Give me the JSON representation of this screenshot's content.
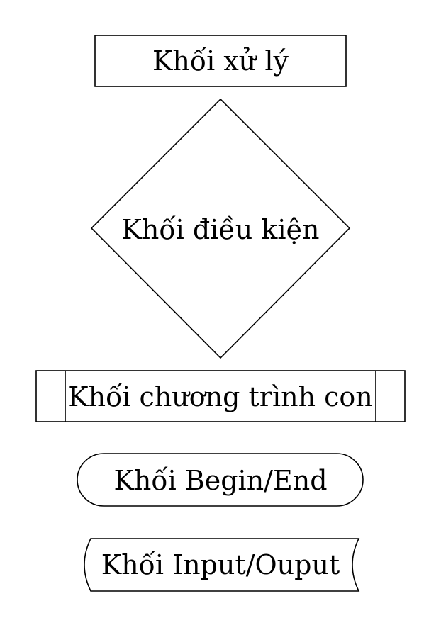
{
  "diagram": {
    "process_block": {
      "label": "Khối xử lý"
    },
    "decision_block": {
      "label": "Khối điều kiện"
    },
    "subroutine_block": {
      "label": "Khối chương trình con"
    },
    "terminal_block": {
      "label": "Khối Begin/End"
    },
    "io_block": {
      "label": "Khối Input/Ouput"
    }
  },
  "colors": {
    "stroke": "#000000",
    "fill": "#ffffff",
    "text": "#000000"
  }
}
